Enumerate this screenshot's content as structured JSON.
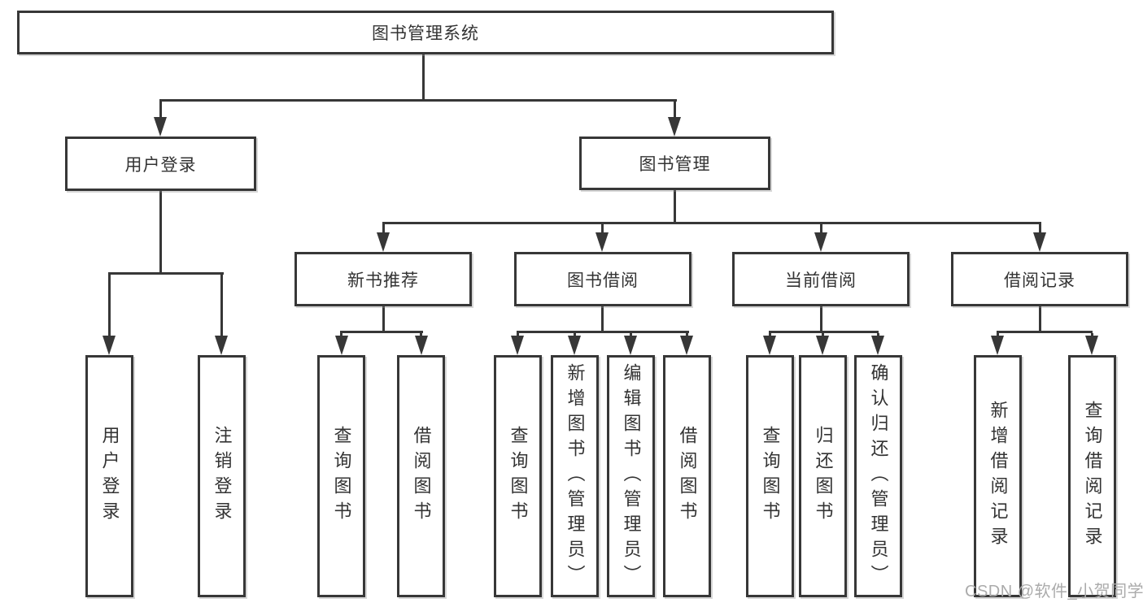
{
  "diagram": {
    "root": "图书管理系统",
    "level2": {
      "user_login": "用户登录",
      "book_mgmt": "图书管理"
    },
    "level3": {
      "new_book": "新书推荐",
      "book_borrow": "图书借阅",
      "current_borrow": "当前借阅",
      "borrow_record": "借阅记录"
    },
    "leaves": {
      "user_login": [
        "用户登录",
        "注销登录"
      ],
      "new_book": [
        "查询图书",
        "借阅图书"
      ],
      "book_borrow": [
        "查询图书",
        "新增图书（管理员）",
        "编辑图书（管理员）",
        "借阅图书"
      ],
      "current_borrow": [
        "查询图书",
        "归还图书",
        "确认归还（管理员）"
      ],
      "borrow_record": [
        "新增借阅记录",
        "查询借阅记录"
      ]
    }
  },
  "watermark": "CSDN @软件_小贺同学",
  "colors": {
    "line": "#373737",
    "text": "#333333",
    "watermark": "#ababab",
    "background": "#ffffff"
  }
}
